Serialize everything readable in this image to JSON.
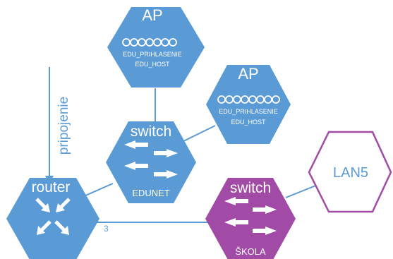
{
  "nodes": {
    "ap_top": {
      "title": "AP",
      "ssid1": "EDU_PRIHLASENIE",
      "ssid2": "EDU_HOST",
      "icon": "wifi-waves-icon"
    },
    "ap_right": {
      "title": "AP",
      "ssid1": "EDU_PRIHLASENIE",
      "ssid2": "EDU_HOST",
      "icon": "wifi-waves-icon"
    },
    "switch_edunet": {
      "title": "switch",
      "name": "EDUNET",
      "icon": "switch-arrows-icon"
    },
    "router": {
      "title": "router",
      "icon": "router-arrows-icon"
    },
    "switch_skola": {
      "title": "switch",
      "name": "ŠKOLA",
      "icon": "switch-arrows-icon"
    },
    "lan": {
      "name": "LAN5"
    }
  },
  "uplink": {
    "label": "pripojenie"
  },
  "port_label": "3",
  "colors": {
    "blue": "#5b9bd5",
    "purple": "#a14aa6",
    "lan_outline": "#a14aa6",
    "lan_text": "#5b9bd5",
    "link": "#5b9bd5"
  }
}
